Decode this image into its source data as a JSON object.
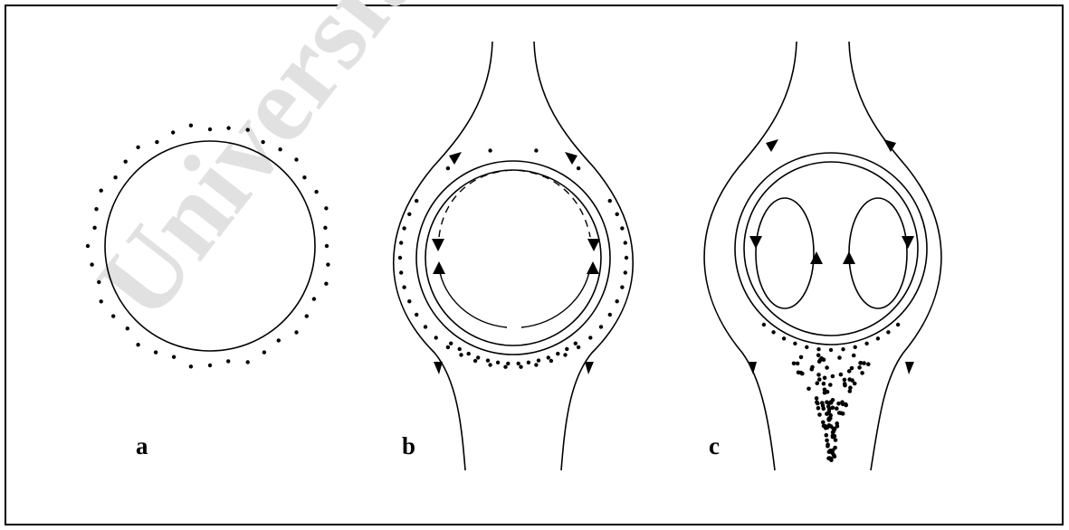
{
  "watermark": "University",
  "panels": [
    {
      "id": "a",
      "label": "a"
    },
    {
      "id": "b",
      "label": "b"
    },
    {
      "id": "c",
      "label": "c"
    }
  ],
  "colors": {
    "line": "#000000",
    "background": "#ffffff",
    "watermark": "#d9d9d9"
  }
}
